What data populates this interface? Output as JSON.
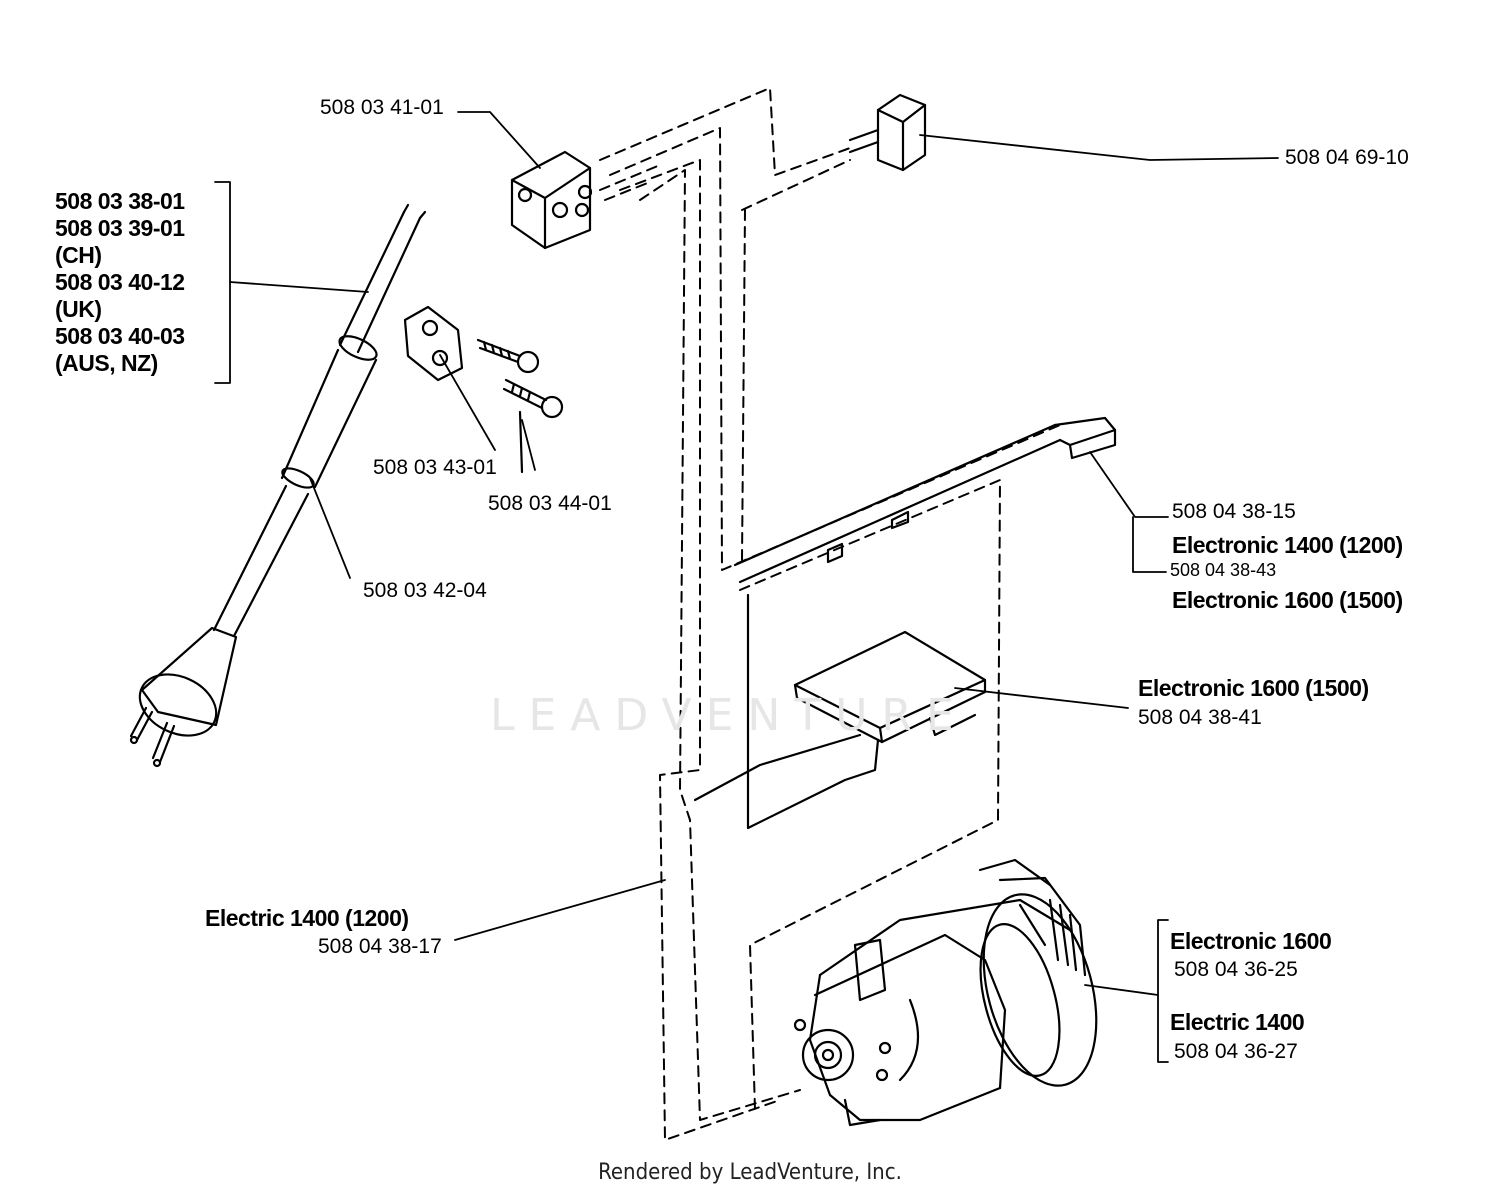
{
  "labels": {
    "terminal_block": "508 03 41-01",
    "connector": "508 04 69-10",
    "cord_1": "508 03 38-01",
    "cord_2": "508 03 39-01",
    "cord_2_note": "(CH)",
    "cord_3": "508 03 40-12",
    "cord_3_note": "(UK)",
    "cord_4": "508 03 40-03",
    "cord_4_note": "(AUS, NZ)",
    "clamp": "508 03 43-01",
    "screw": "508 03 44-01",
    "sleeve": "508 03 42-04",
    "harness_a_code": "508 04 38-15",
    "harness_a_model": "Electronic 1400 (1200)",
    "harness_b_code": "508 04 38-43",
    "harness_b_model": "Electronic 1600 (1500)",
    "module_model": "Electronic 1600 (1500)",
    "module_code": "508 04 38-41",
    "cable_model": "Electric 1400 (1200)",
    "cable_code": "508 04 38-17",
    "motor_a_model": "Electronic 1600",
    "motor_a_code": "508 04 36-25",
    "motor_b_model": "Electric 1400",
    "motor_b_code": "508 04 36-27"
  },
  "watermark": "LEADVENTURE",
  "footer": "Rendered by LeadVenture, Inc."
}
